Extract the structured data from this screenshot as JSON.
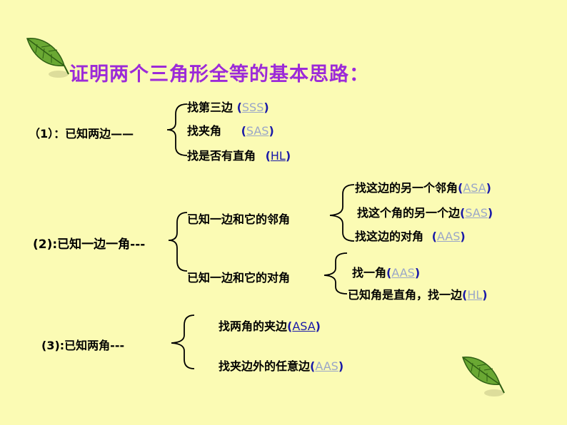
{
  "title": "证明两个三角形全等的基本思路：",
  "case1": {
    "label": "（1）：已知两边",
    "dash": "——",
    "items": [
      {
        "text": "找第三边  ",
        "paren_open": "(",
        "link": "SSS",
        "paren_close": ")"
      },
      {
        "text": "找夹角    ",
        "paren_open": "(",
        "link": "SAS",
        "paren_close": ")"
      },
      {
        "text": "找是否有直角  ",
        "paren_open": "(",
        "link": "HL",
        "paren_close": ")"
      }
    ]
  },
  "case2": {
    "label": "(2):已知一边一角",
    "dash": "---",
    "branch_a": {
      "label": "已知一边和它的邻角",
      "items": [
        {
          "text": "找这边的另一个邻角",
          "paren_open": "(",
          "link": "ASA",
          "paren_close": ")"
        },
        {
          "text": "找这个角的另一个边",
          "paren_open": "(",
          "link": "SAS",
          "paren_close": ")"
        },
        {
          "text": "找这边的对角 ",
          "paren_open": "(",
          "link": "AAS",
          "paren_close": ")"
        }
      ]
    },
    "branch_b": {
      "label": "已知一边和它的对角",
      "items": [
        {
          "text": "找一角",
          "paren_open": "(",
          "link": "AAS",
          "paren_close": ")"
        },
        {
          "text": "已知角是直角，找一边",
          "paren_open": "(",
          "link": "HL",
          "paren_close": ")"
        }
      ]
    }
  },
  "case3": {
    "label": "(3):已知两角",
    "dash": "---",
    "items": [
      {
        "text": "找两角的夹边",
        "paren_open": "(",
        "link": "ASA",
        "paren_close": ")"
      },
      {
        "text": "找夹边外的任意边",
        "paren_open": "(",
        "link": "AAS",
        "paren_close": ")"
      }
    ]
  },
  "colors": {
    "background": "#fbfbb4",
    "title": "#9c2ad8",
    "link_blue": "#1a1aa8",
    "link_grey": "#9aa6c8",
    "leaf": "#5a9a2a"
  },
  "icons": [
    "leaf-icon",
    "leaf-icon"
  ]
}
